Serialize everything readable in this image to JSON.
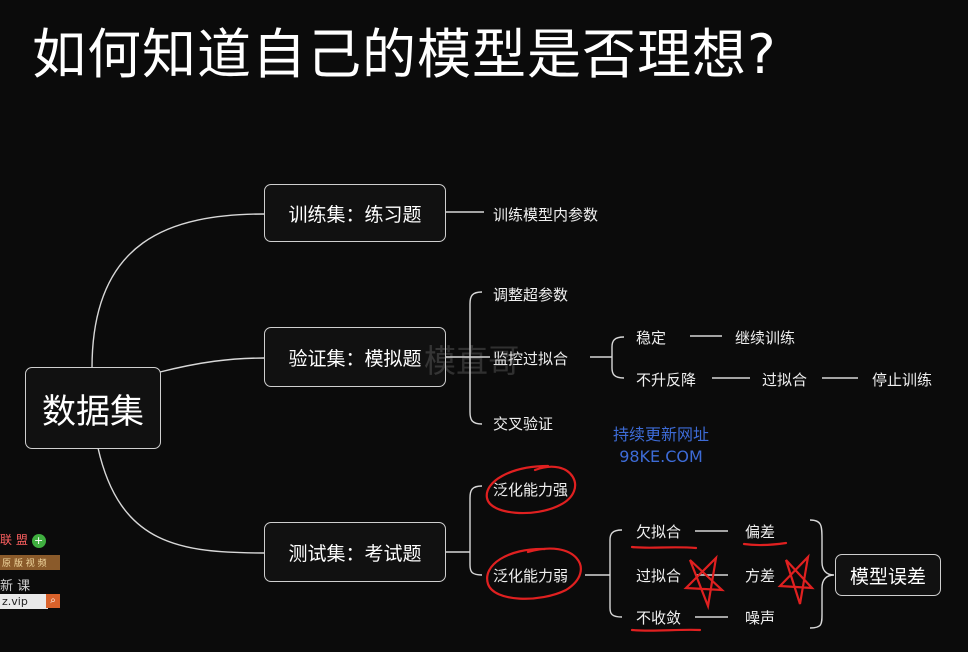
{
  "slide": {
    "title": "如何知道自己的模型是否理想?"
  },
  "mindmap": {
    "root": "数据集",
    "train": {
      "label": "训练集：练习题",
      "child": "训练模型内参数"
    },
    "valid": {
      "label": "验证集：模拟题",
      "children": [
        "调整超参数",
        "监控过拟合",
        "交叉验证"
      ],
      "monitor": {
        "stable": "稳定",
        "continue": "继续训练",
        "no_drop": "不升反降",
        "overfit": "过拟合",
        "stop": "停止训练"
      }
    },
    "test": {
      "label": "测试集：考试题",
      "strong": "泛化能力强",
      "weak": "泛化能力弱",
      "causes": [
        "欠拟合",
        "过拟合",
        "不收敛"
      ],
      "errors": [
        "偏差",
        "方差",
        "噪声"
      ],
      "model_error": "模型误差"
    }
  },
  "overlay": {
    "watermark": "模直哥",
    "promo_line1": "持续更新网址",
    "promo_line2": "98KE.COM",
    "corner_1": "联 盟",
    "corner_2": "原 版 视 频",
    "corner_3": "新 课",
    "corner_4": "z.vip"
  },
  "colors": {
    "annotation": "#e02020",
    "promo": "#3d6bd6",
    "line": "#d8d8d8"
  }
}
